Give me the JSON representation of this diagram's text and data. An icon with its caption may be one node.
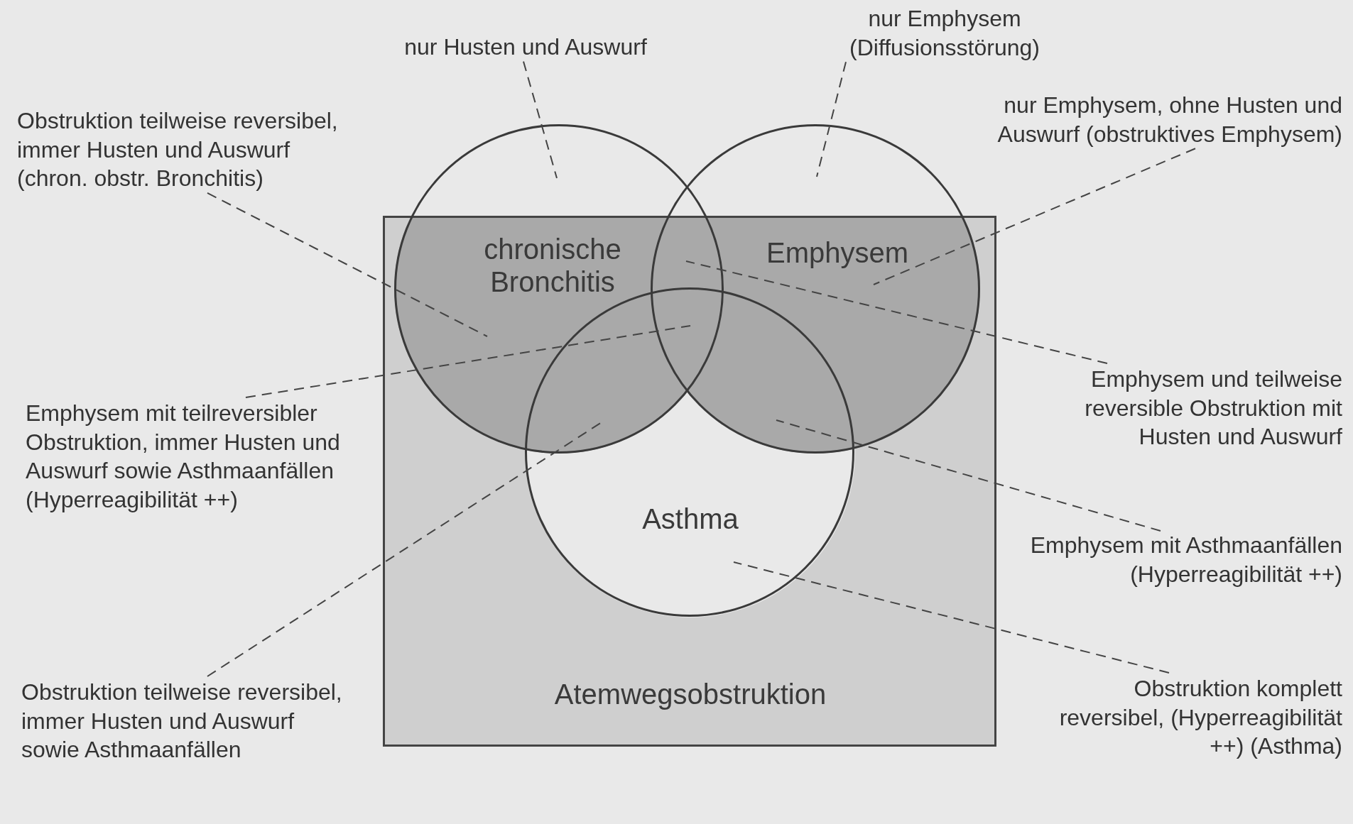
{
  "diagram": {
    "nodes": [
      {
        "text": [
          "Atemwegsobstruktion"
        ]
      },
      {
        "text": [
          "chronische Bronchitis"
        ]
      },
      {
        "text": [
          "Emphysem"
        ]
      },
      {
        "text": [
          "Asthma"
        ],
        "in": 0
      },
      {
        "text": [
          "nur Husten und Auswurf"
        ]
      },
      {
        "text": [
          "nur Emphysem (Diffusionsstörung)"
        ]
      },
      {
        "text": [
          "Obstruktion teilweise reversibel, immer Husten und Auswurf (chron. obstr. Bronchitis)"
        ]
      },
      {
        "text": [
          "nur Emphysem, ohne Husten und Auswurf (obstruktives Emphysem)"
        ]
      },
      {
        "text": [
          "Emphysem mit teilreversibler Obstruktion, immer Husten und Auswurf sowie Asthmaanfällen (Hyperreagibilität ++)"
        ]
      },
      {
        "text": [
          "Emphysem und teilweise reversible Obstruktion mit Husten und Auswurf"
        ]
      },
      {
        "text": [
          "Emphysem mit Asthmaanfällen (Hyperreagibilität ++)"
        ]
      },
      {
        "text": [
          "Obstruktion komplett reversibel, (Hyperreagibilität ++) (Asthma)"
        ]
      },
      {
        "text": [
          "Obstruktion teilweise reversibel, immer Husten und Auswurf sowie Asthmaanfällen"
        ]
      }
    ],
    "edges": [
      {
        "from": 4,
        "to": 1,
        "arrow": "none",
        "style": "dashed"
      },
      {
        "from": 5,
        "to": 2,
        "arrow": "none",
        "style": "dashed"
      },
      {
        "from": 6,
        "to": 1,
        "arrow": "none",
        "style": "dashed"
      },
      {
        "from": 7,
        "to": 2,
        "arrow": "none",
        "style": "dashed"
      },
      {
        "from": 8,
        "to": 1,
        "arrow": "none",
        "style": "dashed"
      },
      {
        "from": 9,
        "to": 1,
        "arrow": "none",
        "style": "dashed"
      },
      {
        "from": 10,
        "to": 2,
        "arrow": "none",
        "style": "dashed"
      },
      {
        "from": 11,
        "to": 3,
        "arrow": "none",
        "style": "dashed"
      },
      {
        "from": 12,
        "to": 1,
        "arrow": "none",
        "style": "dashed"
      }
    ]
  }
}
